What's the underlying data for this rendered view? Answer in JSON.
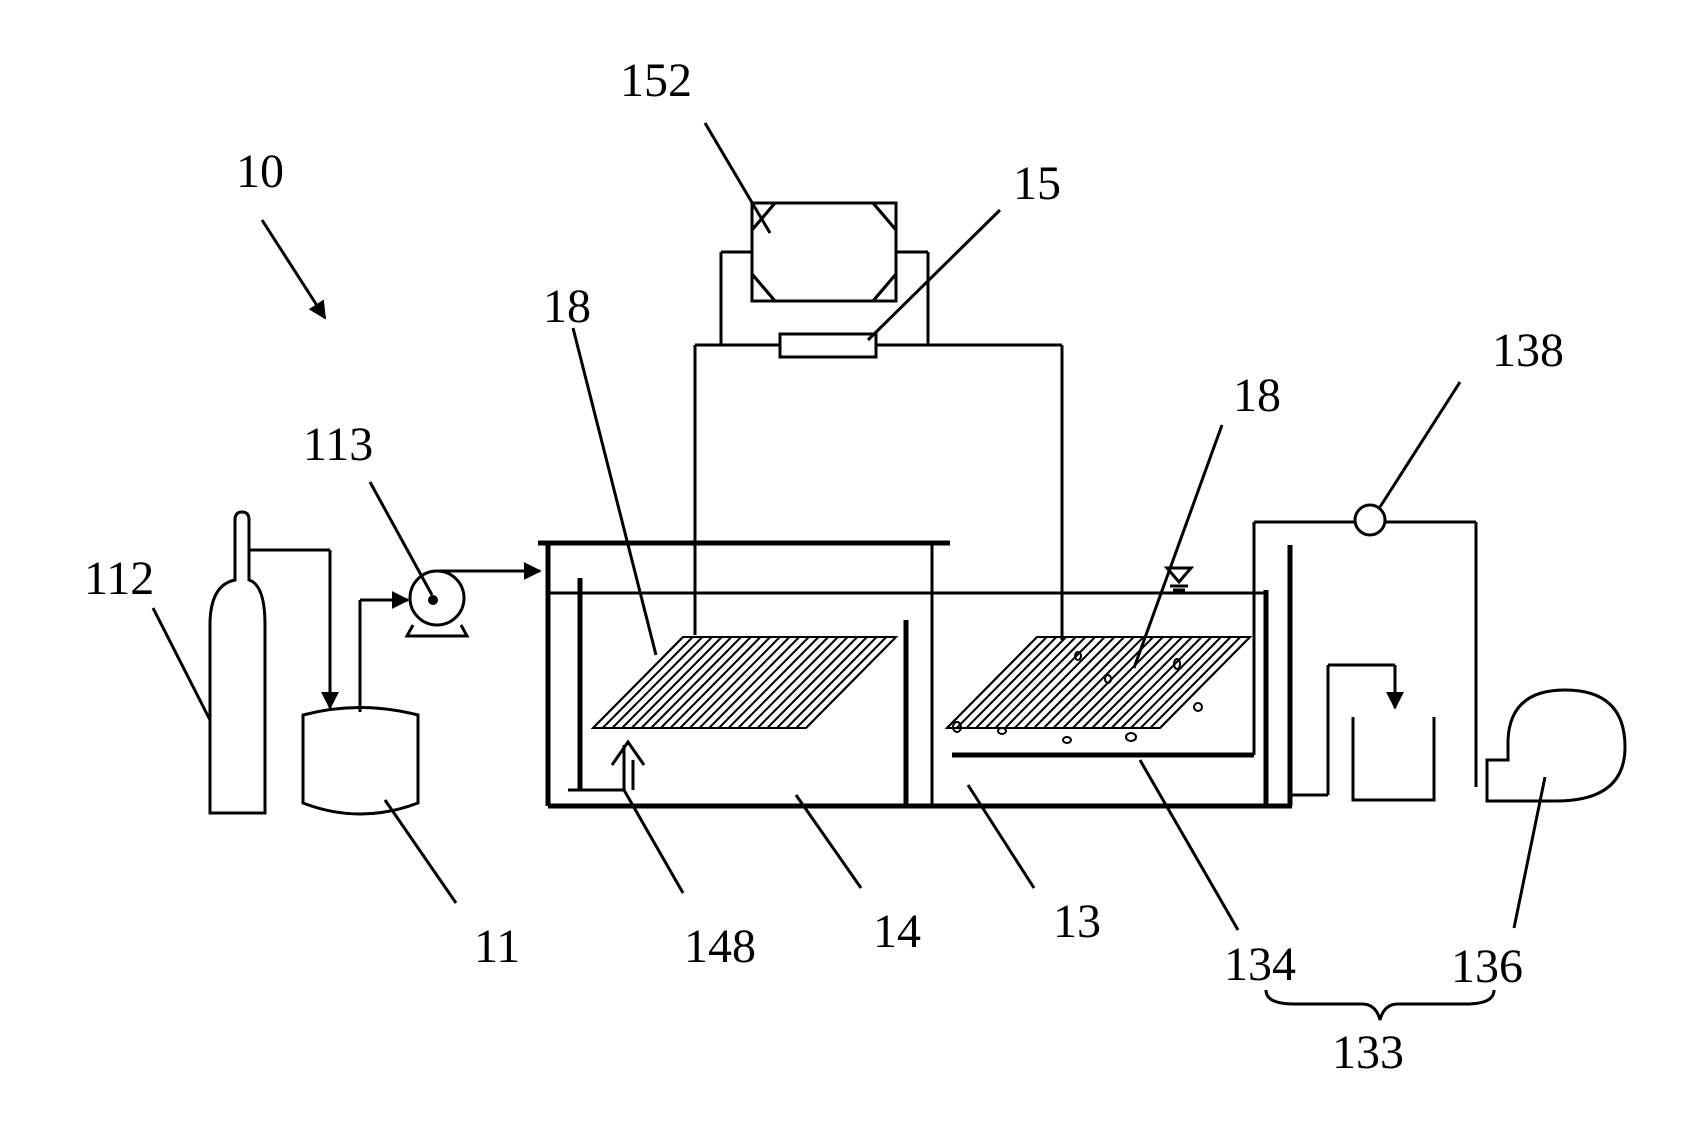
{
  "labels": {
    "l10": "10",
    "l152": "152",
    "l15": "15",
    "l18a": "18",
    "l18b": "18",
    "l113": "113",
    "l112": "112",
    "l138": "138",
    "l11": "11",
    "l148": "148",
    "l14": "14",
    "l13": "13",
    "l134": "134",
    "l136": "136",
    "l133": "133"
  }
}
